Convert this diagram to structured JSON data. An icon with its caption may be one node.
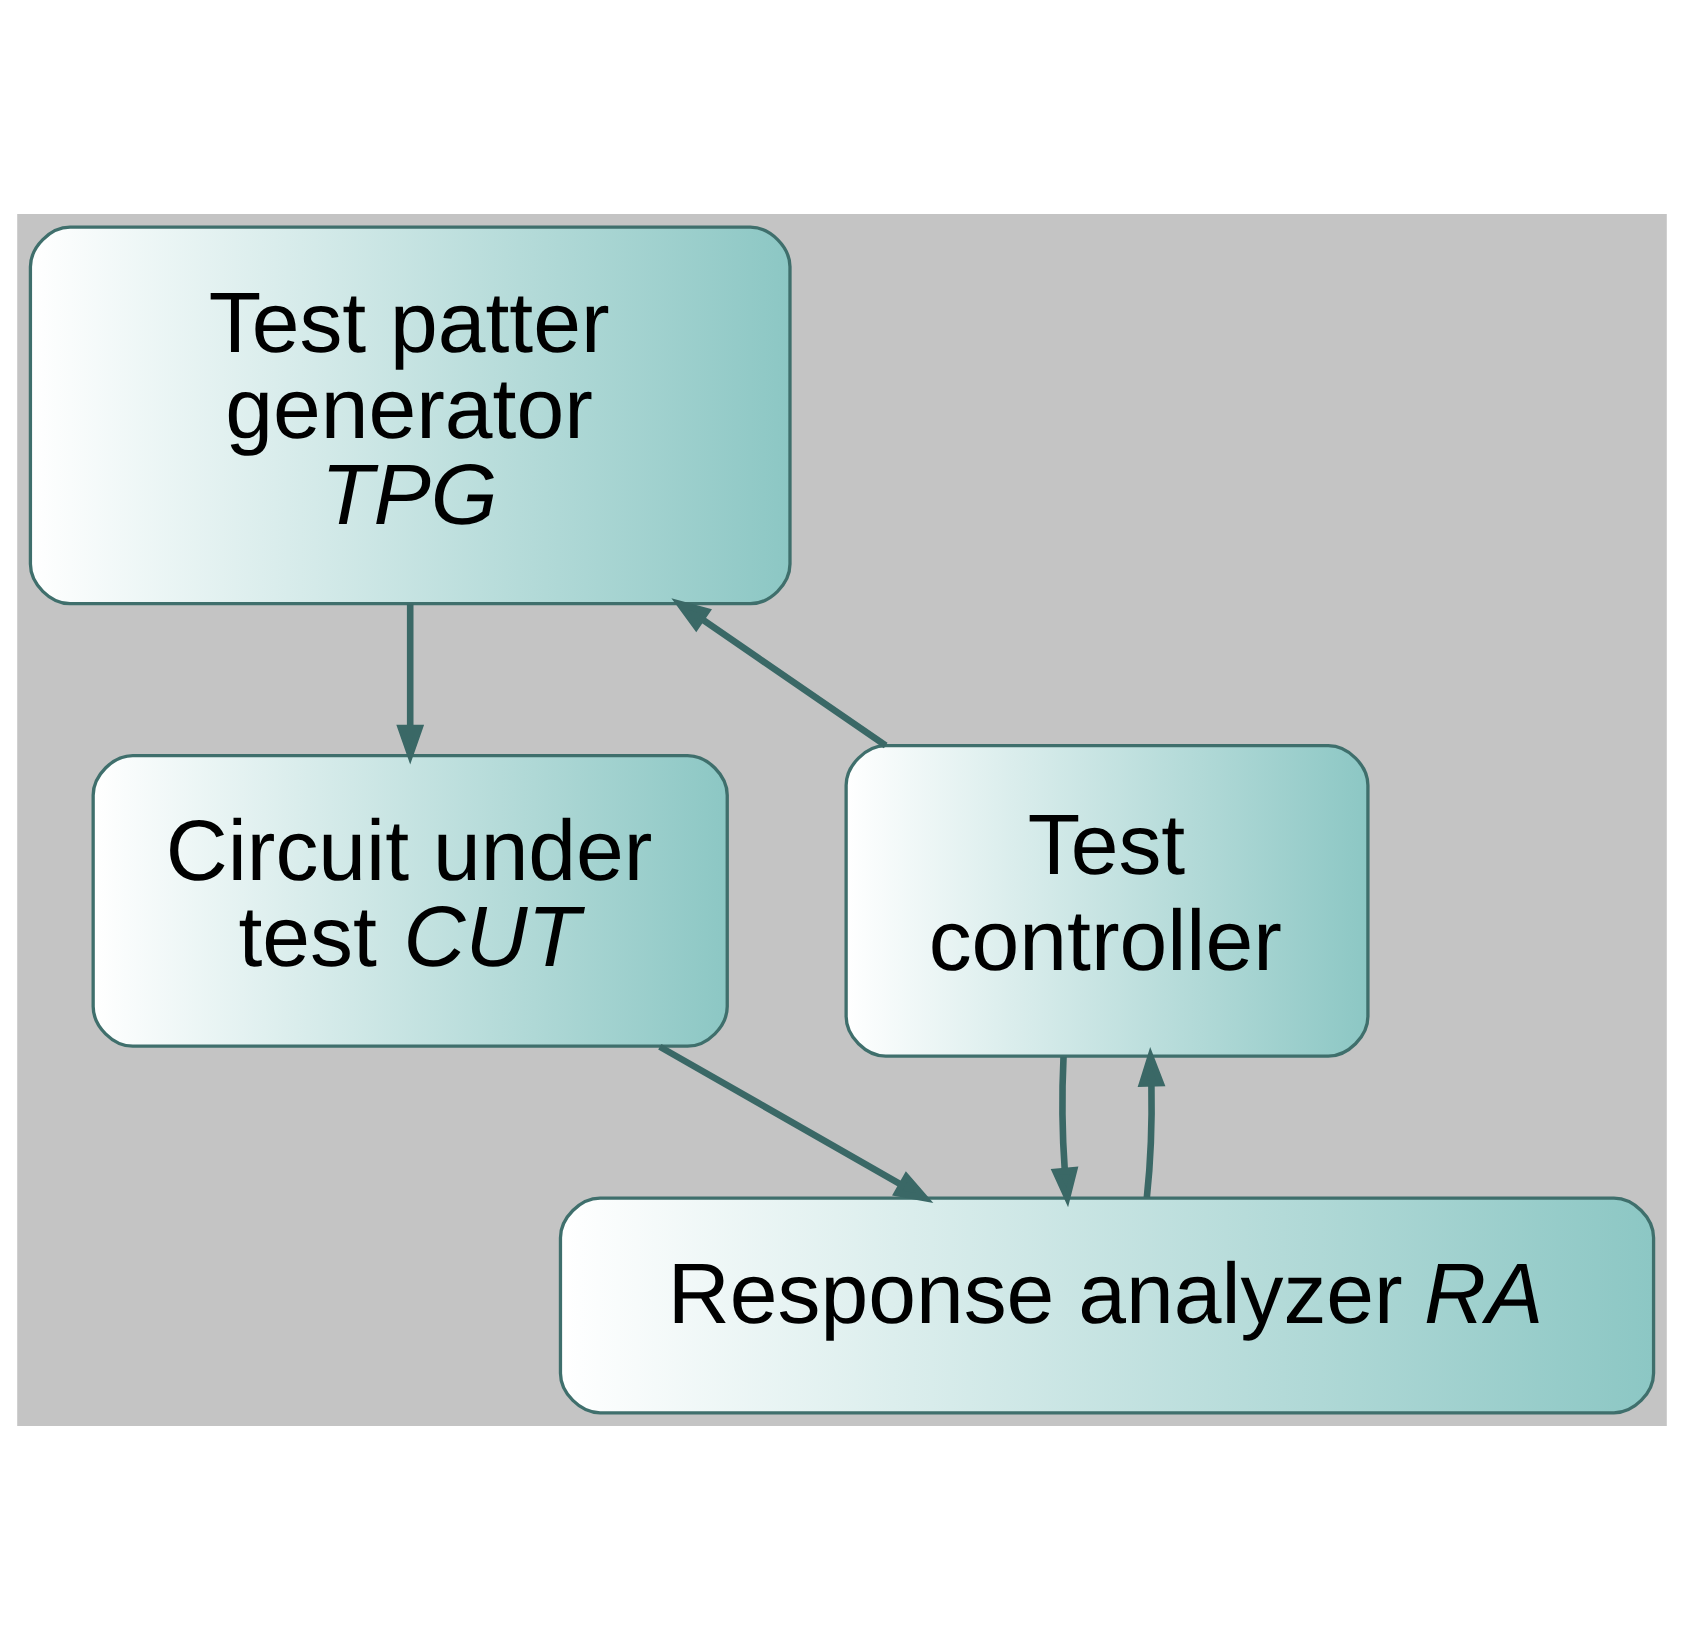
{
  "diagram": {
    "nodes": [
      {
        "text": [
          "Test patter generator *TPG*"
        ]
      },
      {
        "text": [
          "Test controller"
        ]
      },
      {
        "text": [
          "Circuit under test *CUT*"
        ]
      },
      {
        "text": [
          "Response analyzer *RA*"
        ]
      }
    ],
    "edges": [
      {
        "from": 1,
        "to": 0,
        "arrow": "to"
      },
      {
        "from": 0,
        "to": 2,
        "arrow": "to"
      },
      {
        "from": 2,
        "to": 3,
        "arrow": "to"
      },
      {
        "from": 1,
        "to": 3,
        "arrow": "to"
      },
      {
        "from": 3,
        "to": 1,
        "arrow": "to"
      }
    ]
  }
}
